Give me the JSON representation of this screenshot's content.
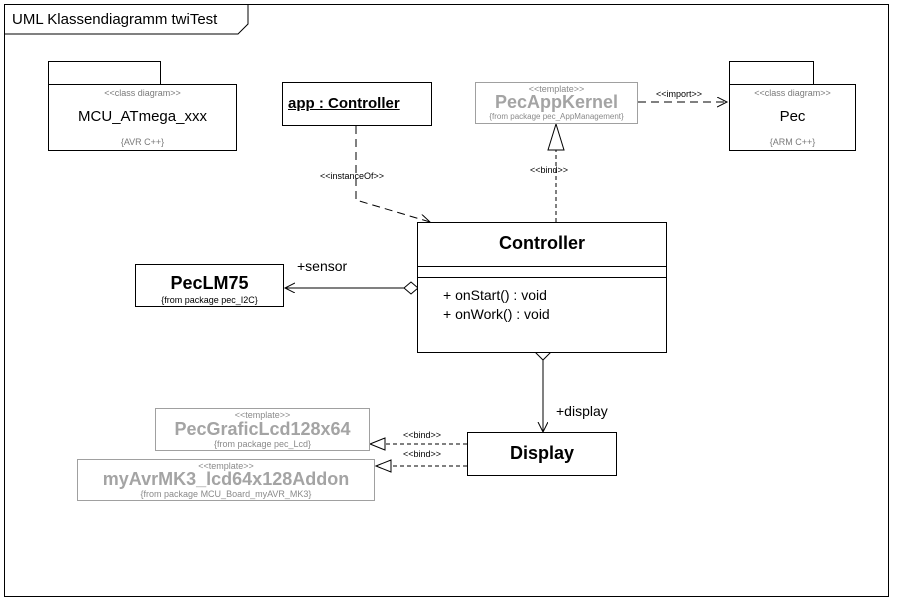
{
  "frame": {
    "title": "UML Klassendiagramm twiTest"
  },
  "packages": {
    "mcu": {
      "stereotype": "<<class diagram>>",
      "name": "MCU_ATmega_xxx",
      "language": "{AVR C++}"
    },
    "pec": {
      "stereotype": "<<class diagram>>",
      "name": "Pec",
      "language": "{ARM C++}"
    }
  },
  "app_instance": {
    "label": "app : Controller"
  },
  "templates": {
    "appkernel": {
      "stereotype": "<<template>>",
      "name": "PecAppKernel",
      "origin": "{from package pec_AppManagement}"
    },
    "lcd": {
      "stereotype": "<<template>>",
      "name": "PecGraficLcd128x64",
      "origin": "{from package pec_Lcd}"
    },
    "addon": {
      "stereotype": "<<template>>",
      "name": "myAvrMK3_lcd64x128Addon",
      "origin": "{from package MCU_Board_myAVR_MK3}"
    }
  },
  "controller": {
    "name": "Controller",
    "operations": [
      "+ onStart() : void",
      "+ onWork() : void"
    ]
  },
  "lm75": {
    "name": "PecLM75",
    "origin": "{from package pec_I2C}"
  },
  "display": {
    "name": "Display"
  },
  "relations": {
    "instance_of": "<<instanceOf>>",
    "bind": "<<bind>>",
    "import": "<<import>>",
    "bind_lcd": "<<bind>>",
    "bind_addon": "<<bind>>",
    "sensor_role": "+sensor",
    "display_role": "+display"
  }
}
